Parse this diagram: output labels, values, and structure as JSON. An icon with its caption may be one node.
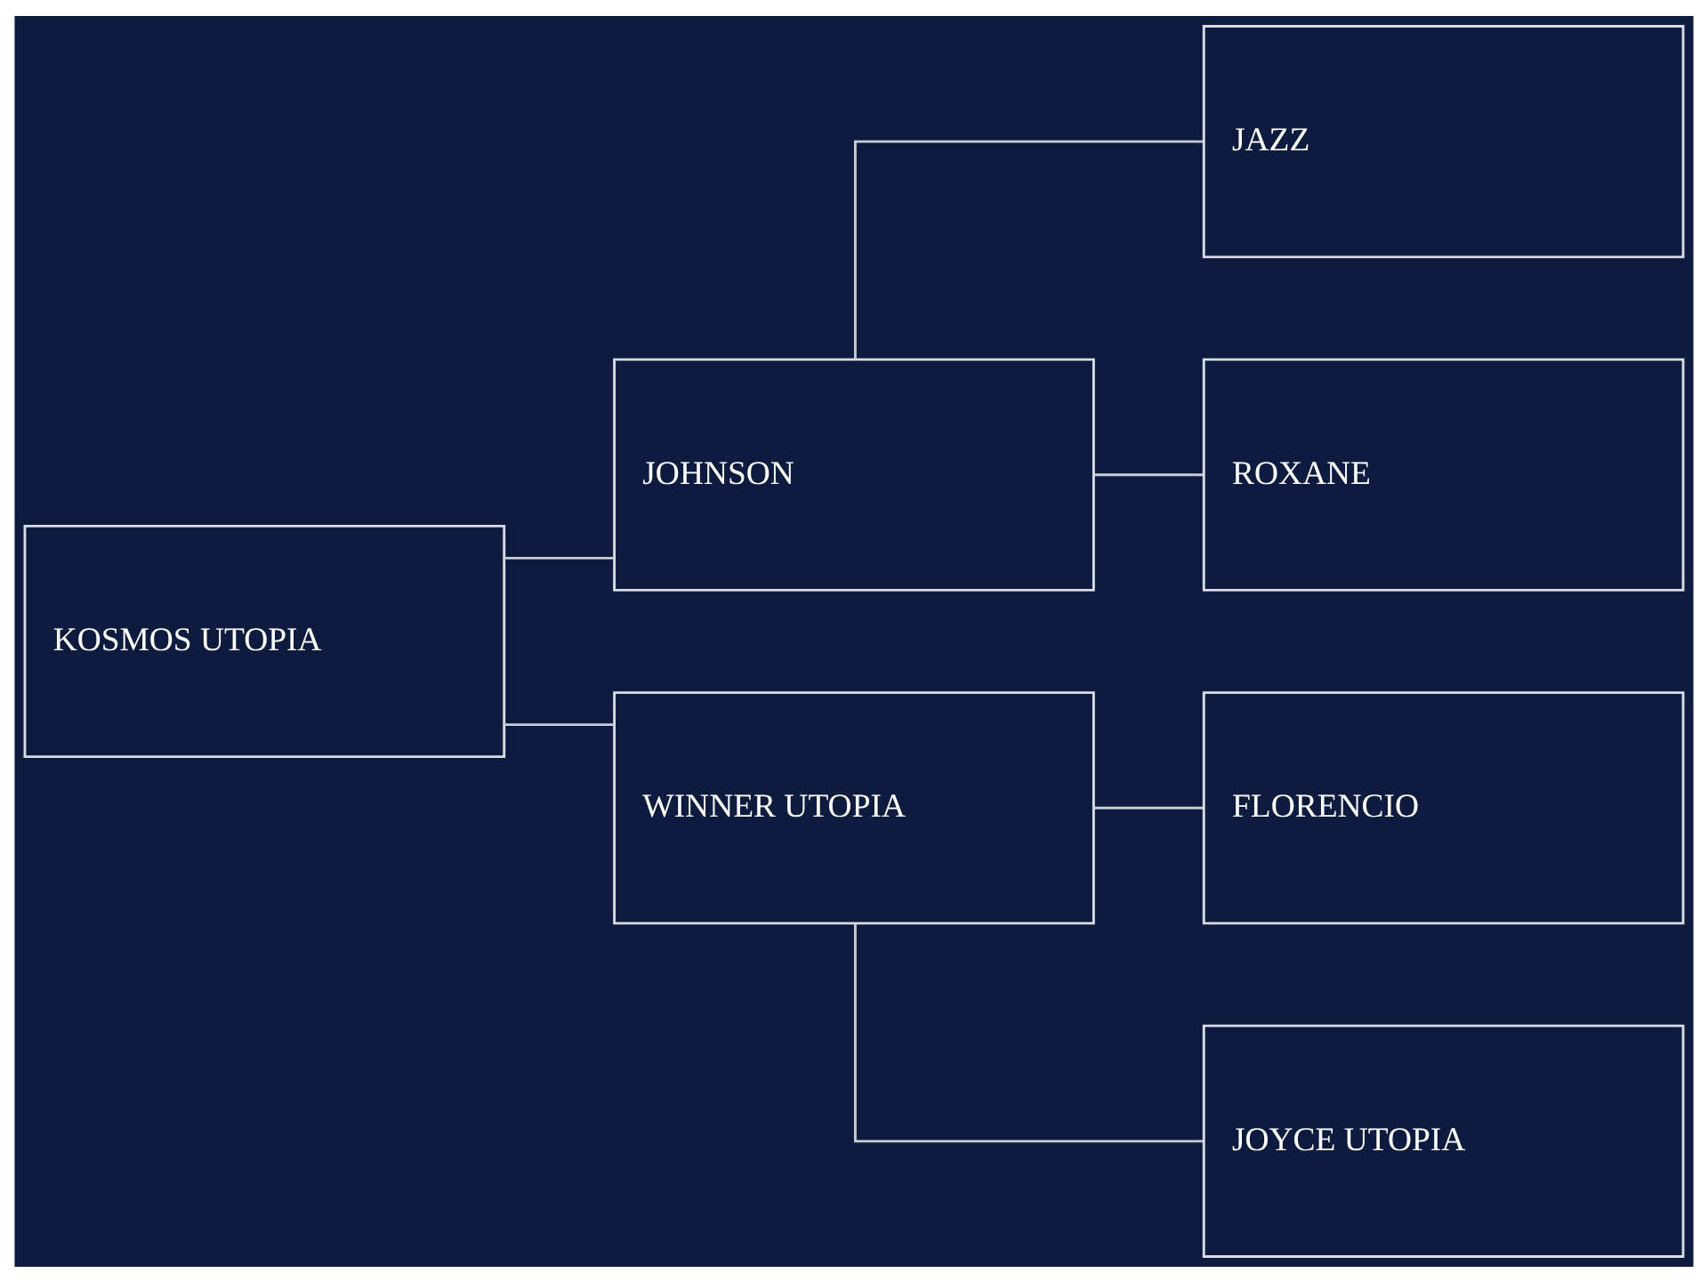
{
  "diagram": {
    "nodes": [
      {
        "text": [
          "KOSMOS UTOPIA"
        ]
      },
      {
        "text": [
          "JOHNSON"
        ]
      },
      {
        "text": [
          "WINNER UTOPIA"
        ]
      },
      {
        "text": [
          "JAZZ"
        ]
      },
      {
        "text": [
          "ROXANE"
        ]
      },
      {
        "text": [
          "FLORENCIO"
        ]
      },
      {
        "text": [
          "JOYCE UTOPIA"
        ]
      }
    ],
    "edges": [
      {
        "from": 0,
        "to": 1,
        "arrow": "none"
      },
      {
        "from": 0,
        "to": 2,
        "arrow": "none"
      },
      {
        "from": 1,
        "to": 3,
        "arrow": "none"
      },
      {
        "from": 1,
        "to": 4,
        "arrow": "none"
      },
      {
        "from": 2,
        "to": 5,
        "arrow": "none"
      },
      {
        "from": 2,
        "to": 6,
        "arrow": "none"
      }
    ]
  }
}
